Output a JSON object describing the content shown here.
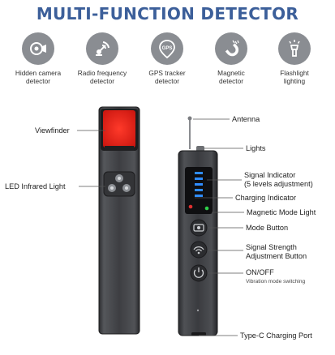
{
  "title": "MULTI-FUNCTION DETECTOR",
  "features": [
    {
      "icon": "camera-icon",
      "line1": "Hidden camera",
      "line2": "detector"
    },
    {
      "icon": "radio-frequency-icon",
      "line1": "Radio frequency",
      "line2": "detector"
    },
    {
      "icon": "gps-tracker-icon",
      "icon_text": "GPS",
      "line1": "GPS tracker",
      "line2": "detector"
    },
    {
      "icon": "magnet-icon",
      "line1": "Magnetic",
      "line2": "detector"
    },
    {
      "icon": "flashlight-icon",
      "line1": "Flashlight",
      "line2": "lighting"
    }
  ],
  "left_labels": {
    "viewfinder": "Viewfinder",
    "led_infrared": "LED Infrared Light"
  },
  "right_labels": {
    "antenna": "Antenna",
    "lights": "Lights",
    "signal_indicator_1": "Signal Indicator",
    "signal_indicator_2": "(5 levels adjustment)",
    "charging_indicator": "Charging Indicator",
    "magnetic_mode_light": "Magnetic Mode Light",
    "mode_button": "Mode Button",
    "signal_strength_1": "Signal Strength",
    "signal_strength_2": "Adjustment Button",
    "on_off": "ON/OFF",
    "vibration": "Vibration mode switching",
    "type_c": "Type-C Charging Port"
  },
  "colors": {
    "title": "#3c5f9a",
    "icon_circle": "#8a8d92",
    "viewfinder": "#e8231b",
    "signal_led": "#2f8cff",
    "charging_led": "#e03030",
    "magnetic_led": "#2fd04a"
  }
}
